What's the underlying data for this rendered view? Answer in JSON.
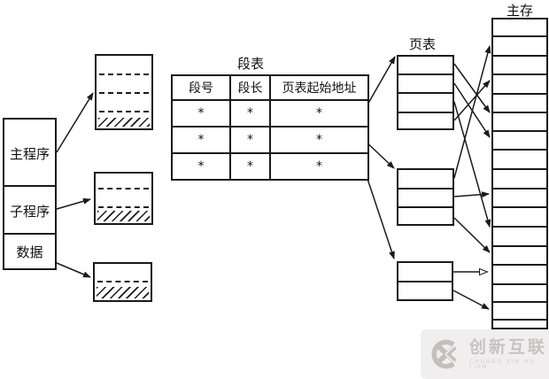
{
  "program": {
    "segments": [
      {
        "label": "主程序"
      },
      {
        "label": "子程序"
      },
      {
        "label": "数据"
      }
    ]
  },
  "segment_table": {
    "title": "段表",
    "headers": [
      "段号",
      "段长",
      "页表起始地址"
    ],
    "rows": [
      [
        "*",
        "*",
        "*"
      ],
      [
        "*",
        "*",
        "*"
      ],
      [
        "*",
        "*",
        "*"
      ]
    ]
  },
  "page_table": {
    "title": "页表"
  },
  "main_memory": {
    "title": "主存"
  },
  "watermark": {
    "name": "创新互联",
    "subtext": "CHUANG XIN HU LIAN"
  },
  "colors": {
    "line": "#1a1a1a",
    "watermark_text": "#c6c3c3",
    "watermark_bg": "#f0eeee"
  }
}
